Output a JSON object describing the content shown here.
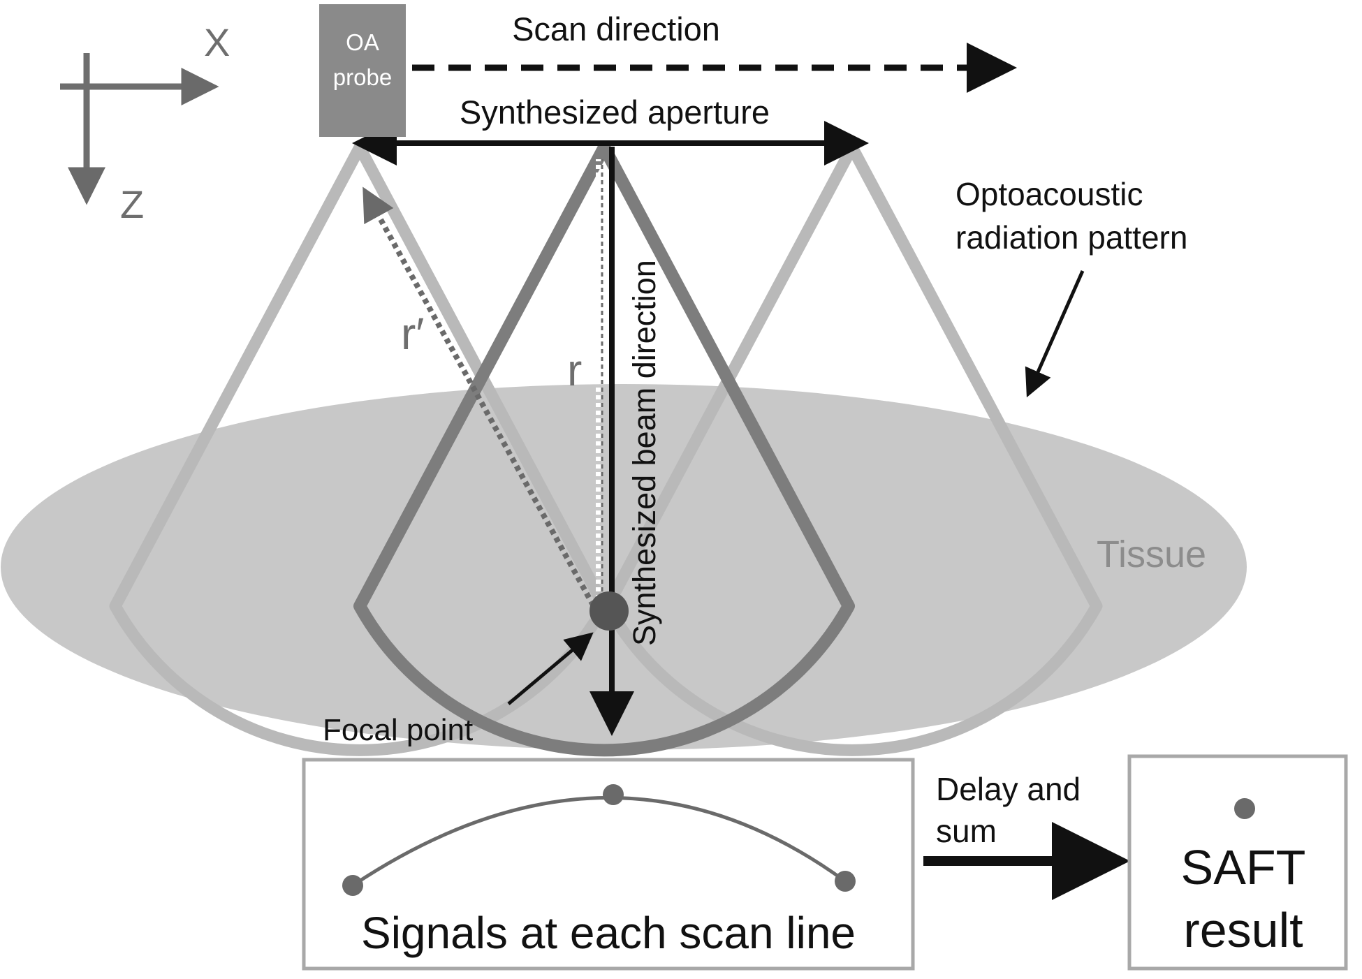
{
  "axes": {
    "x_label": "X",
    "z_label": "Z"
  },
  "probe": {
    "line1": "OA",
    "line2": "probe"
  },
  "labels": {
    "scan_direction": "Scan direction",
    "synthesized_aperture": "Synthesized aperture",
    "optoacoustic_line1": "Optoacoustic",
    "optoacoustic_line2": "radiation pattern",
    "r_prime": "r′",
    "r": "r",
    "beam_direction": "Synthesized beam direction",
    "tissue": "Tissue",
    "focal_point": "Focal point",
    "delay_line1": "Delay and",
    "delay_line2": "sum"
  },
  "signals_box": {
    "caption": "Signals at each scan line"
  },
  "result_box": {
    "line1": "SAFT",
    "line2": "result"
  },
  "colors": {
    "tissue": "#c8c8c8",
    "probe": "#8a8a8a",
    "cone_light": "#b9b9b9",
    "cone_mid": "#7d7d7d",
    "box_border": "#a8a8a8",
    "arrow": "#111111",
    "marker": "#6a6a6a"
  }
}
